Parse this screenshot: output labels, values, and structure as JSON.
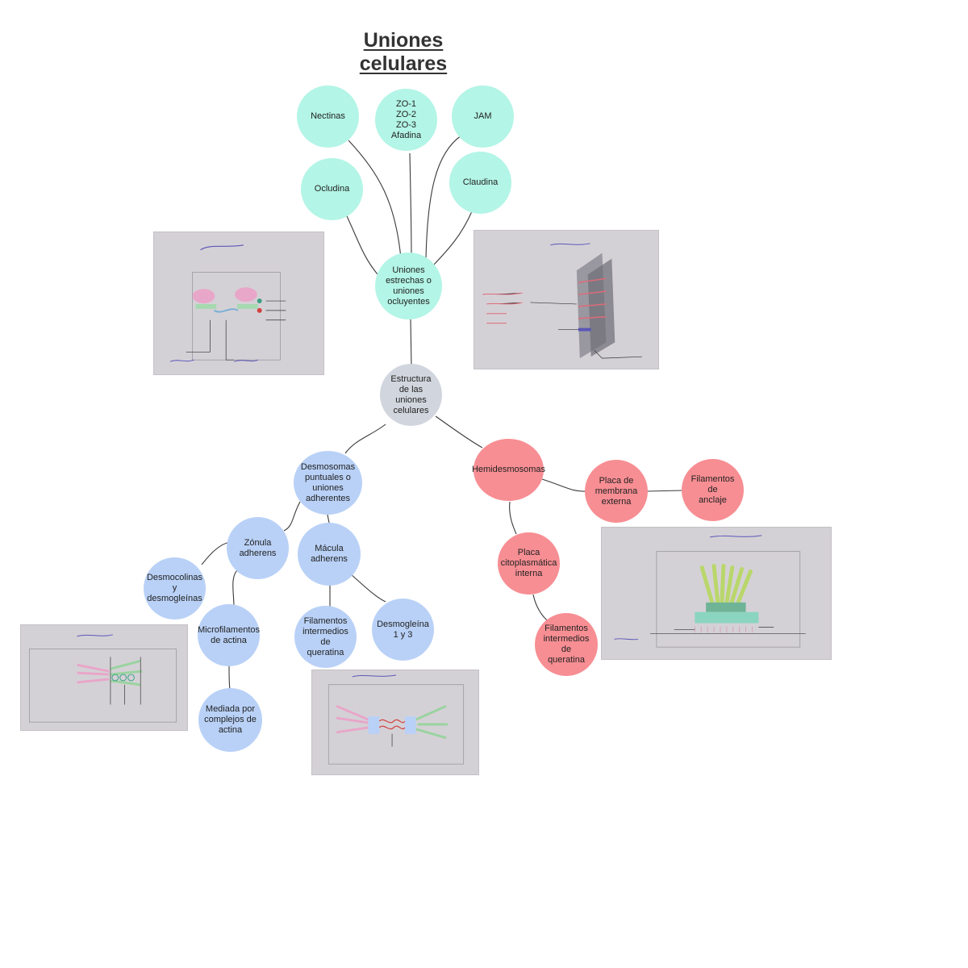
{
  "title": "Uniones celulares",
  "colors": {
    "teal": "#b3f5e6",
    "gray": "#d1d6de",
    "blue": "#b9d1f7",
    "red": "#f78e93"
  },
  "nodes": {
    "nectinas": "Nectinas",
    "zo_afadina": "ZO-1\nZO-2\nZO-3\nAfadina",
    "jam": "JAM",
    "ocludina": "Ocludina",
    "claudina": "Claudina",
    "uniones_estrechas": "Uniones\nestrechas o\nuniones\nocluyentes",
    "estructura": "Estructura\nde las\nuniones\ncelulares",
    "desmosomas_puntuales": "Desmosomas\npuntuales o\nuniones\nadherentes",
    "hemidesmosomas": "Hemidesmosomas",
    "placa_membrana": "Placa de\nmembrana\nexterna",
    "filamentos_anclaje": "Filamentos de\nanclaje",
    "zonula": "Zónula\nadherens",
    "macula": "Mácula\nadherens",
    "desmocolinas": "Desmocolinas\ny\ndesmogleínas",
    "microfilamentos": "Microfilamentos\nde actina",
    "filamentos_queratina_1": "Filamentos\nintermedios\nde\nqueratina",
    "desmogleina": "Desmogleína\n1 y 3",
    "placa_citoplasmatica": "Placa\ncitoplasmática\ninterna",
    "filamentos_queratina_2": "Filamentos\nintermedios de\nqueratina",
    "mediada": "Mediada por\ncomplejos de\nactina"
  }
}
